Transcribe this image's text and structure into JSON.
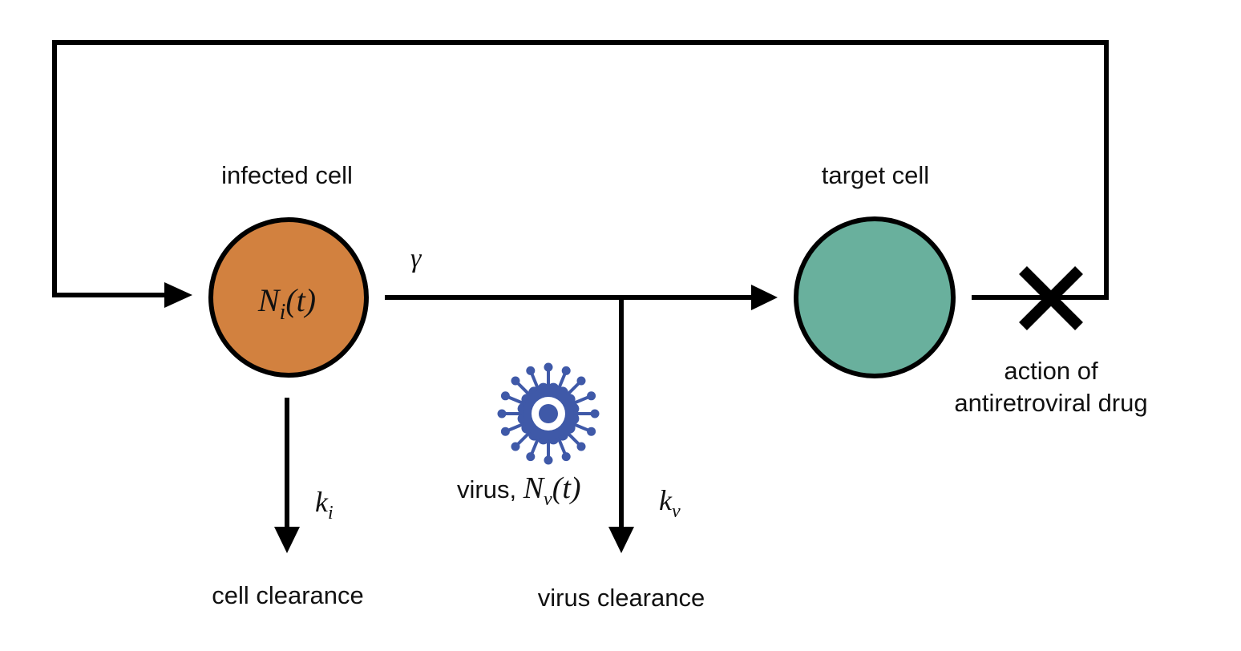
{
  "nodes": {
    "infected": {
      "label": "infected cell",
      "symbol": "N",
      "subscript": "i",
      "argument": "(t)",
      "fill": "#d2813f"
    },
    "target": {
      "label": "target cell",
      "fill": "#69b09d"
    }
  },
  "flows": {
    "infection_rate": "γ",
    "cell_clearance": {
      "rate_symbol": "k",
      "rate_subscript": "i",
      "label": "cell clearance"
    },
    "virus_clearance": {
      "rate_symbol": "k",
      "rate_subscript": "v",
      "label": "virus clearance"
    }
  },
  "virus": {
    "label": "virus, ",
    "symbol": "N",
    "subscript": "v",
    "argument": "(t)",
    "icon": "virus-icon",
    "color": "#3f59a8"
  },
  "drug": {
    "label_line1": "action of",
    "label_line2": "antiretroviral drug",
    "icon": "block-x-icon"
  },
  "colors": {
    "stroke": "#000000",
    "text": "#111111"
  }
}
